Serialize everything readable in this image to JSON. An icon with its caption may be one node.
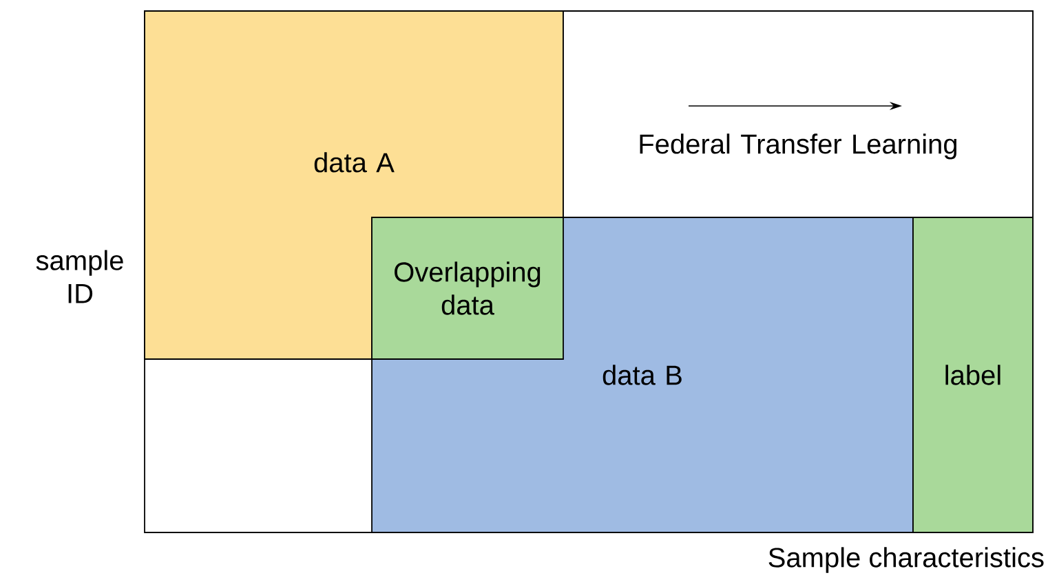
{
  "diagram": {
    "nodes": [
      {
        "text": [],
        "shape": "box"
      },
      {
        "text": [
          "data A"
        ],
        "in": 0
      },
      {
        "text": [
          "Federal Transfer Learning"
        ],
        "in": 0
      },
      {
        "text": [
          "data B"
        ],
        "in": 0
      },
      {
        "text": [
          "label"
        ],
        "in": 0
      },
      {
        "text": [
          "Overlapping data"
        ]
      }
    ],
    "labels": [
      "sample ID",
      "Sample characteristics"
    ]
  }
}
